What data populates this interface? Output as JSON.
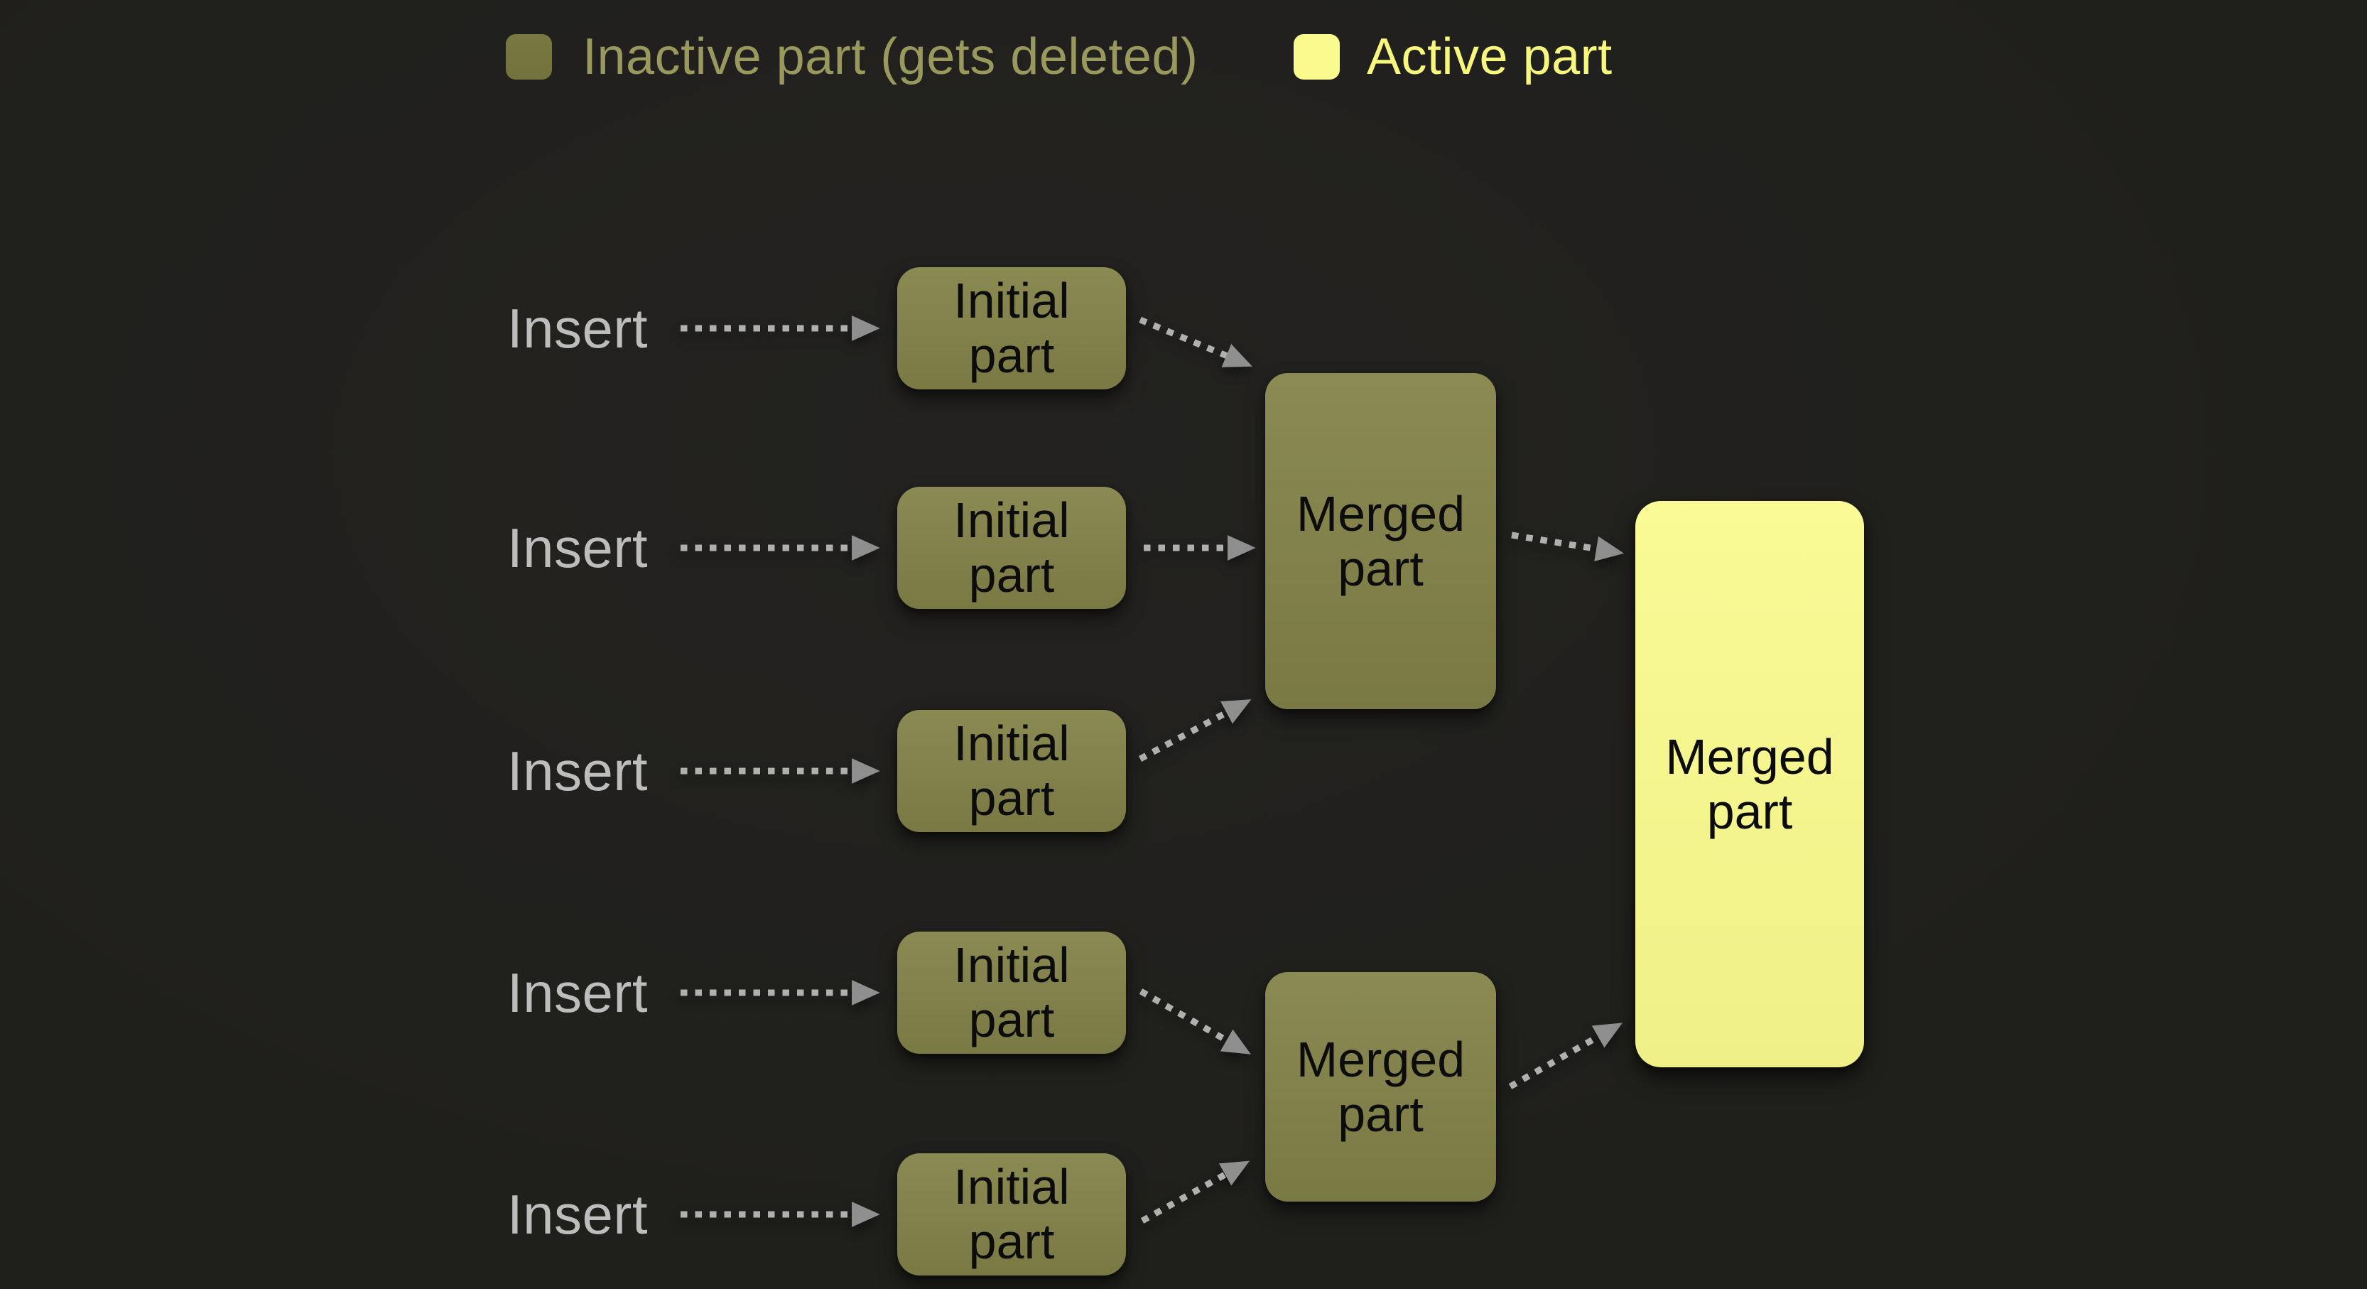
{
  "legend": {
    "inactive_label": "Inactive part (gets deleted)",
    "active_label": "Active part"
  },
  "labels": {
    "insert": "Insert",
    "initial_part": "Initial\npart",
    "merged_part": "Merged\npart"
  },
  "colors": {
    "background": "#1f1f1c",
    "node_olive_top": "#8b8a53",
    "node_olive_bottom": "#7a7944",
    "swatch_olive": "#73723e",
    "active_yellow": "#fafa8e",
    "legend_inactive_text": "#9a995d",
    "legend_active_text": "#f7f77d",
    "insert_text": "#bdbdbd",
    "node_text": "#0c0c0c",
    "arrow_dots": "#b0b0b0",
    "arrow_head": "#8f8f8f"
  }
}
